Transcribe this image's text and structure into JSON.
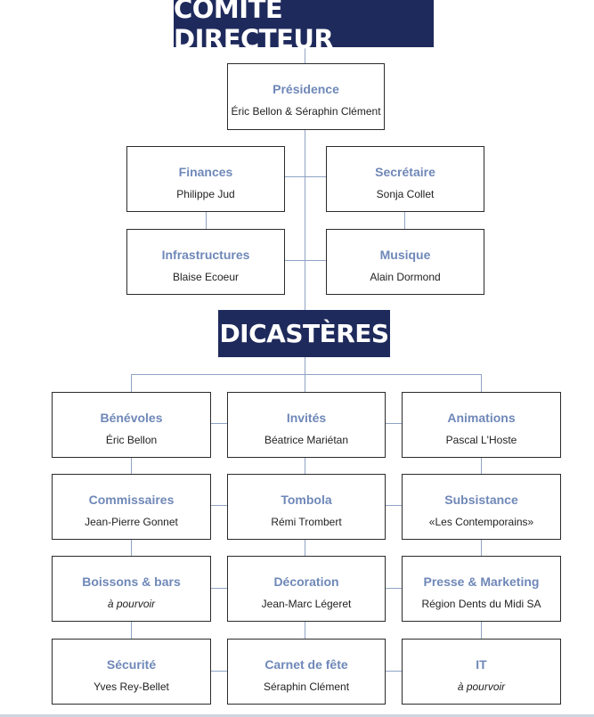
{
  "headers": {
    "committee": "COMITÉ DIRECTEUR",
    "dicasteres": "DICASTÈRES"
  },
  "committee": {
    "presidence": {
      "title": "Présidence",
      "person": "Éric Bellon & Séraphin Clément"
    },
    "finances": {
      "title": "Finances",
      "person": "Philippe Jud"
    },
    "secretaire": {
      "title": "Secrétaire",
      "person": "Sonja Collet"
    },
    "infrastructures": {
      "title": "Infrastructures",
      "person": "Blaise Ecoeur"
    },
    "musique": {
      "title": "Musique",
      "person": "Alain Dormond"
    }
  },
  "dicasteres": [
    {
      "title": "Bénévoles",
      "person": "Éric Bellon"
    },
    {
      "title": "Invités",
      "person": "Béatrice Mariétan"
    },
    {
      "title": "Animations",
      "person": "Pascal L'Hoste"
    },
    {
      "title": "Commissaires",
      "person": "Jean-Pierre Gonnet"
    },
    {
      "title": "Tombola",
      "person": "Rémi Trombert"
    },
    {
      "title": "Subsistance",
      "person": "«Les Contemporains»"
    },
    {
      "title": "Boissons & bars",
      "person": "à pourvoir"
    },
    {
      "title": "Décoration",
      "person": "Jean-Marc Légeret"
    },
    {
      "title": "Presse & Marketing",
      "person": "Région Dents du Midi SA"
    },
    {
      "title": "Sécurité",
      "person": "Yves Rey-Bellet"
    },
    {
      "title": "Carnet de fête",
      "person": "Séraphin Clément"
    },
    {
      "title": "IT",
      "person": "à pourvoir"
    }
  ],
  "colors": {
    "header_bg": "#1f2a5c",
    "title_text": "#6f88b8",
    "connector": "#8fa3c4"
  }
}
